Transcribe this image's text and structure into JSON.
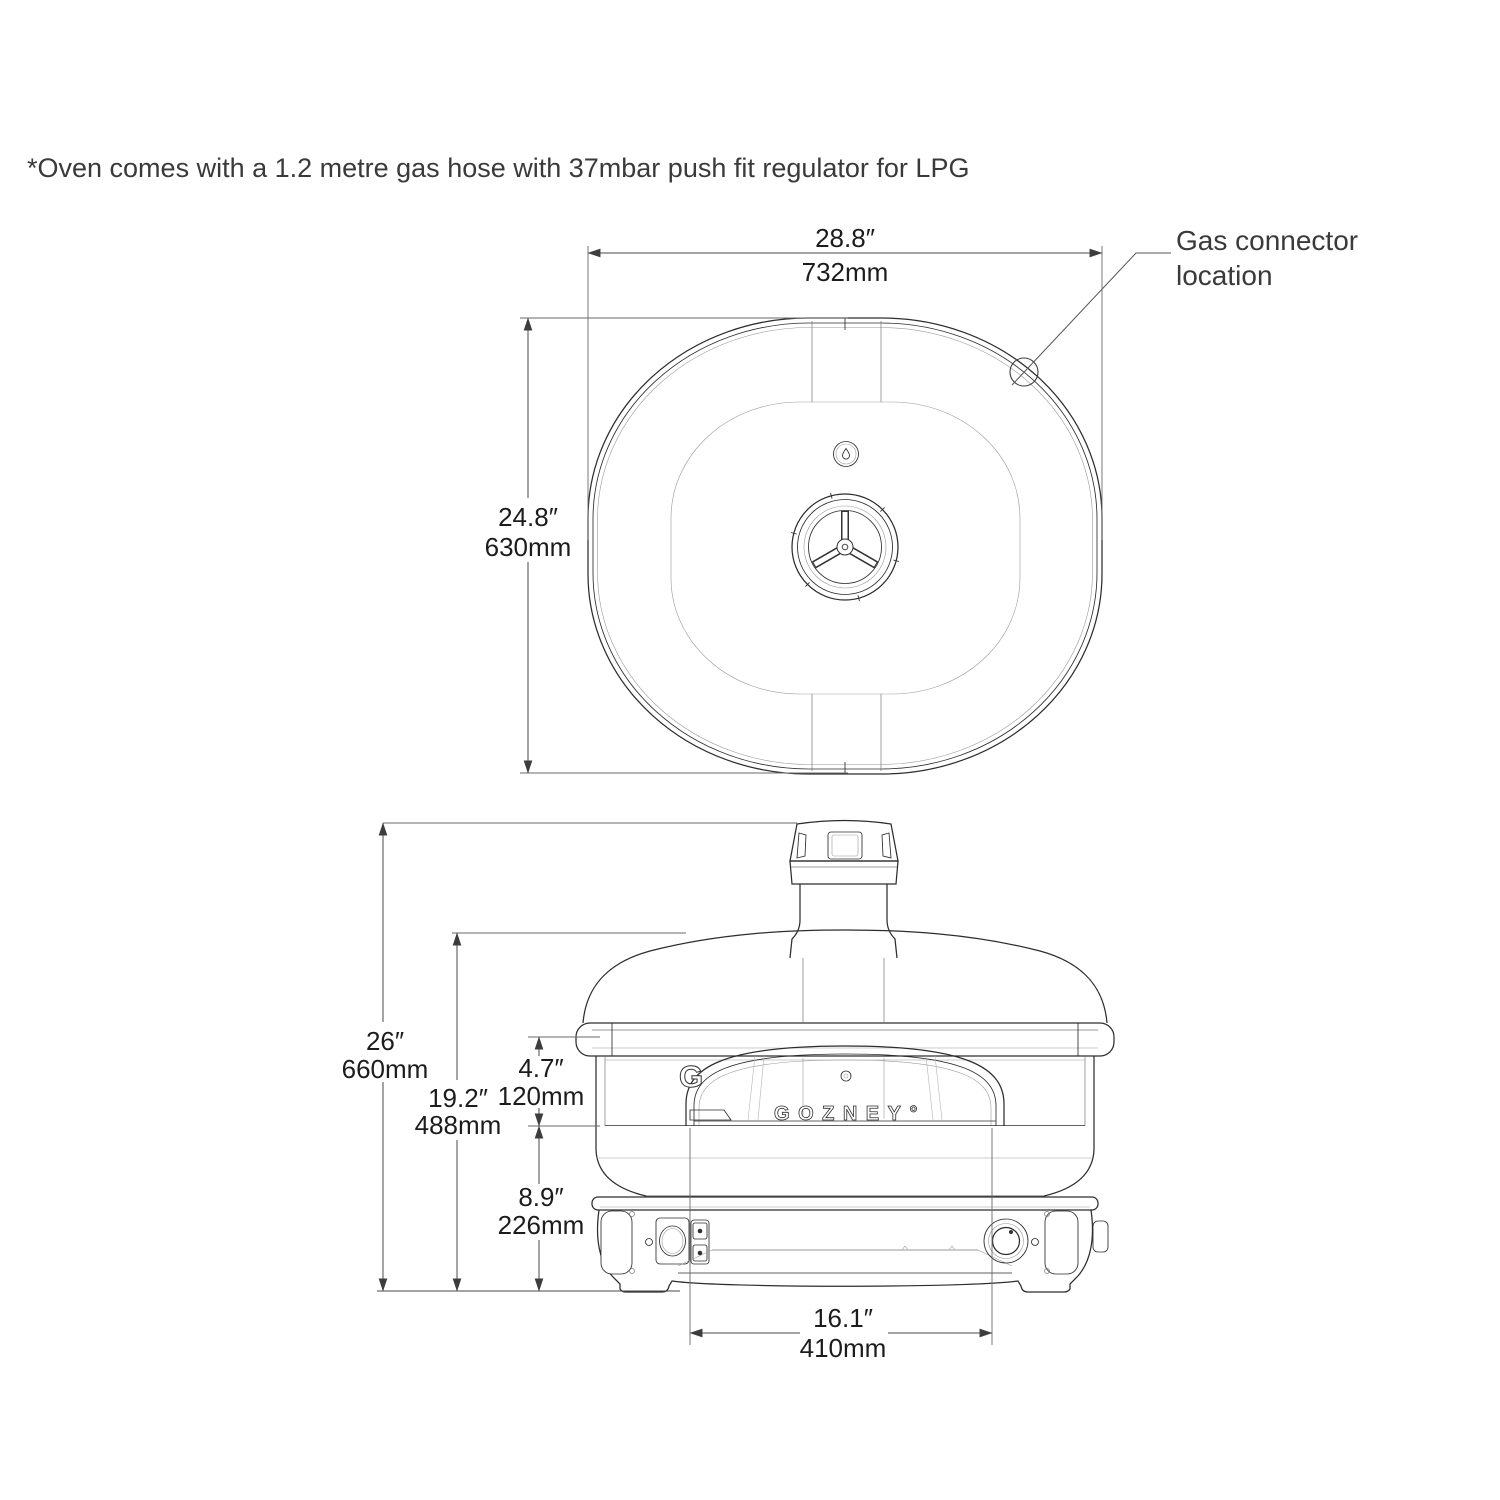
{
  "page": {
    "background": "#ffffff",
    "line_color": "#2d2d2d",
    "dim_line_color": "#4a4a4a",
    "text_color": "#1c1c1c"
  },
  "footnote": "*Oven comes with a 1.2 metre gas hose with 37mbar push fit regulator for LPG",
  "annotations": {
    "gas_connector_line1": "Gas connector",
    "gas_connector_line2": "location"
  },
  "branding": {
    "logo_text": "GOZNEY°",
    "logo_mark": "G"
  },
  "dimensions": {
    "top": {
      "width_in": "28.8″",
      "width_mm": "732mm",
      "depth_in": "24.8″",
      "depth_mm": "630mm"
    },
    "front": {
      "total_in": "26″",
      "total_mm": "660mm",
      "dome_in": "19.2″",
      "dome_mm": "488mm",
      "mouth_in": "4.7″",
      "mouth_mm": "120mm",
      "base_in": "8.9″",
      "base_mm": "226mm",
      "width_in": "16.1″",
      "width_mm": "410mm"
    }
  }
}
